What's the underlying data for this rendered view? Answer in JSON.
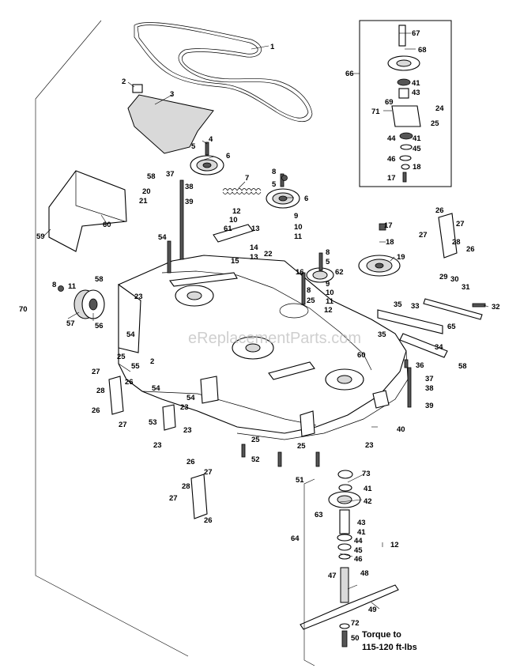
{
  "watermark": "eReplacementParts.com",
  "torque_note": {
    "line1": "Torque to",
    "line2": "115-120 ft-lbs"
  },
  "callouts": [
    {
      "id": "c-1",
      "label": "1"
    },
    {
      "id": "c-2",
      "label": "2"
    },
    {
      "id": "c-3",
      "label": "3"
    },
    {
      "id": "c-4",
      "label": "4"
    },
    {
      "id": "c-5a",
      "label": "5"
    },
    {
      "id": "c-6a",
      "label": "6"
    },
    {
      "id": "c-7",
      "label": "7"
    },
    {
      "id": "c-8a",
      "label": "8"
    },
    {
      "id": "c-5b",
      "label": "5"
    },
    {
      "id": "c-6b",
      "label": "6"
    },
    {
      "id": "c-9a",
      "label": "9"
    },
    {
      "id": "c-10a",
      "label": "10"
    },
    {
      "id": "c-11a",
      "label": "11"
    },
    {
      "id": "c-12a",
      "label": "12"
    },
    {
      "id": "c-10b",
      "label": "10"
    },
    {
      "id": "c-13a",
      "label": "13"
    },
    {
      "id": "c-61",
      "label": "61"
    },
    {
      "id": "c-14",
      "label": "14"
    },
    {
      "id": "c-22",
      "label": "22"
    },
    {
      "id": "c-13b",
      "label": "13"
    },
    {
      "id": "c-15",
      "label": "15"
    },
    {
      "id": "c-58a",
      "label": "58"
    },
    {
      "id": "c-37a",
      "label": "37"
    },
    {
      "id": "c-38a",
      "label": "38"
    },
    {
      "id": "c-20",
      "label": "20"
    },
    {
      "id": "c-21",
      "label": "21"
    },
    {
      "id": "c-39a",
      "label": "39"
    },
    {
      "id": "c-59",
      "label": "59"
    },
    {
      "id": "c-60a",
      "label": "60"
    },
    {
      "id": "c-54a",
      "label": "54"
    },
    {
      "id": "c-58b",
      "label": "58"
    },
    {
      "id": "c-8b",
      "label": "8"
    },
    {
      "id": "c-11b",
      "label": "11"
    },
    {
      "id": "c-57",
      "label": "57"
    },
    {
      "id": "c-56",
      "label": "56"
    },
    {
      "id": "c-23a",
      "label": "23"
    },
    {
      "id": "c-70",
      "label": "70"
    },
    {
      "id": "c-54b",
      "label": "54"
    },
    {
      "id": "c-25a",
      "label": "25"
    },
    {
      "id": "c-55",
      "label": "55"
    },
    {
      "id": "c-2b",
      "label": "2"
    },
    {
      "id": "c-27a",
      "label": "27"
    },
    {
      "id": "c-26a",
      "label": "26"
    },
    {
      "id": "c-28a",
      "label": "28"
    },
    {
      "id": "c-26b",
      "label": "26"
    },
    {
      "id": "c-27b",
      "label": "27"
    },
    {
      "id": "c-54c",
      "label": "54"
    },
    {
      "id": "c-54d",
      "label": "54"
    },
    {
      "id": "c-23b",
      "label": "23"
    },
    {
      "id": "c-53",
      "label": "53"
    },
    {
      "id": "c-23c",
      "label": "23"
    },
    {
      "id": "c-23d",
      "label": "23"
    },
    {
      "id": "c-8c",
      "label": "8"
    },
    {
      "id": "c-5c",
      "label": "5"
    },
    {
      "id": "c-16",
      "label": "16"
    },
    {
      "id": "c-62",
      "label": "62"
    },
    {
      "id": "c-8d",
      "label": "8"
    },
    {
      "id": "c-25b",
      "label": "25"
    },
    {
      "id": "c-9b",
      "label": "9"
    },
    {
      "id": "c-10c",
      "label": "10"
    },
    {
      "id": "c-11c",
      "label": "11"
    },
    {
      "id": "c-12b",
      "label": "12"
    },
    {
      "id": "c-17a",
      "label": "17"
    },
    {
      "id": "c-18a",
      "label": "18"
    },
    {
      "id": "c-19",
      "label": "19"
    },
    {
      "id": "c-26c",
      "label": "26"
    },
    {
      "id": "c-27c",
      "label": "27"
    },
    {
      "id": "c-27d",
      "label": "27"
    },
    {
      "id": "c-28b",
      "label": "28"
    },
    {
      "id": "c-26d",
      "label": "26"
    },
    {
      "id": "c-29",
      "label": "29"
    },
    {
      "id": "c-30",
      "label": "30"
    },
    {
      "id": "c-31",
      "label": "31"
    },
    {
      "id": "c-32",
      "label": "32"
    },
    {
      "id": "c-35a",
      "label": "35"
    },
    {
      "id": "c-33",
      "label": "33"
    },
    {
      "id": "c-65",
      "label": "65"
    },
    {
      "id": "c-35b",
      "label": "35"
    },
    {
      "id": "c-60b",
      "label": "60"
    },
    {
      "id": "c-34",
      "label": "34"
    },
    {
      "id": "c-58c",
      "label": "58"
    },
    {
      "id": "c-36",
      "label": "36"
    },
    {
      "id": "c-37b",
      "label": "37"
    },
    {
      "id": "c-38b",
      "label": "38"
    },
    {
      "id": "c-39b",
      "label": "39"
    },
    {
      "id": "c-40",
      "label": "40"
    },
    {
      "id": "c-23e",
      "label": "23"
    },
    {
      "id": "c-25c",
      "label": "25"
    },
    {
      "id": "c-52",
      "label": "52"
    },
    {
      "id": "c-25d",
      "label": "25"
    },
    {
      "id": "c-51",
      "label": "51"
    },
    {
      "id": "c-26e",
      "label": "26"
    },
    {
      "id": "c-28c",
      "label": "28"
    },
    {
      "id": "c-27e",
      "label": "27"
    },
    {
      "id": "c-27f",
      "label": "27"
    },
    {
      "id": "c-26f",
      "label": "26"
    },
    {
      "id": "c-73",
      "label": "73"
    },
    {
      "id": "c-41a",
      "label": "41"
    },
    {
      "id": "c-42",
      "label": "42"
    },
    {
      "id": "c-63",
      "label": "63"
    },
    {
      "id": "c-43a",
      "label": "43"
    },
    {
      "id": "c-41b",
      "label": "41"
    },
    {
      "id": "c-44a",
      "label": "44"
    },
    {
      "id": "c-45a",
      "label": "45"
    },
    {
      "id": "c-46a",
      "label": "46"
    },
    {
      "id": "c-64",
      "label": "64"
    },
    {
      "id": "c-12c",
      "label": "12"
    },
    {
      "id": "c-47",
      "label": "47"
    },
    {
      "id": "c-48",
      "label": "48"
    },
    {
      "id": "c-49",
      "label": "49"
    },
    {
      "id": "c-72",
      "label": "72"
    },
    {
      "id": "c-50",
      "label": "50"
    },
    {
      "id": "c-67",
      "label": "67"
    },
    {
      "id": "c-68",
      "label": "68"
    },
    {
      "id": "c-66",
      "label": "66"
    },
    {
      "id": "c-41c",
      "label": "41"
    },
    {
      "id": "c-43b",
      "label": "43"
    },
    {
      "id": "c-71",
      "label": "71"
    },
    {
      "id": "c-69",
      "label": "69"
    },
    {
      "id": "c-24",
      "label": "24"
    },
    {
      "id": "c-25e",
      "label": "25"
    },
    {
      "id": "c-44b",
      "label": "44"
    },
    {
      "id": "c-41d",
      "label": "41"
    },
    {
      "id": "c-45b",
      "label": "45"
    },
    {
      "id": "c-46b",
      "label": "46"
    },
    {
      "id": "c-18b",
      "label": "18"
    },
    {
      "id": "c-17b",
      "label": "17"
    }
  ]
}
